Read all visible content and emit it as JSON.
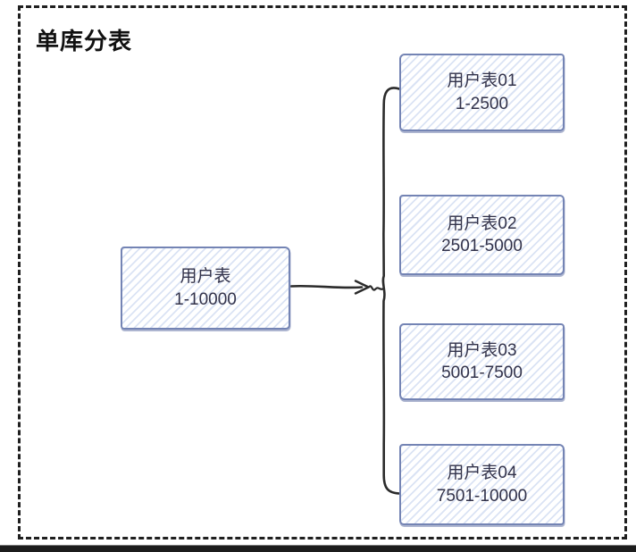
{
  "diagram": {
    "title": "单库分表",
    "source": {
      "label": "用户表",
      "range": "1-10000"
    },
    "shards": [
      {
        "label": "用户表01",
        "range": "1-2500"
      },
      {
        "label": "用户表02",
        "range": "2501-5000"
      },
      {
        "label": "用户表03",
        "range": "5001-7500"
      },
      {
        "label": "用户表04",
        "range": "7501-10000"
      }
    ],
    "edges": [
      {
        "from": "用户表",
        "to": "用户表01"
      },
      {
        "from": "用户表",
        "to": "用户表02"
      },
      {
        "from": "用户表",
        "to": "用户表03"
      },
      {
        "from": "用户表",
        "to": "用户表04"
      }
    ],
    "colors": {
      "node_border": "#7484b4",
      "node_hatch": "#d5dff2",
      "node_text": "#32324a",
      "edge_stroke": "#2b2b2b",
      "frame_border": "#1f1f1f",
      "title_text": "#111111"
    }
  }
}
